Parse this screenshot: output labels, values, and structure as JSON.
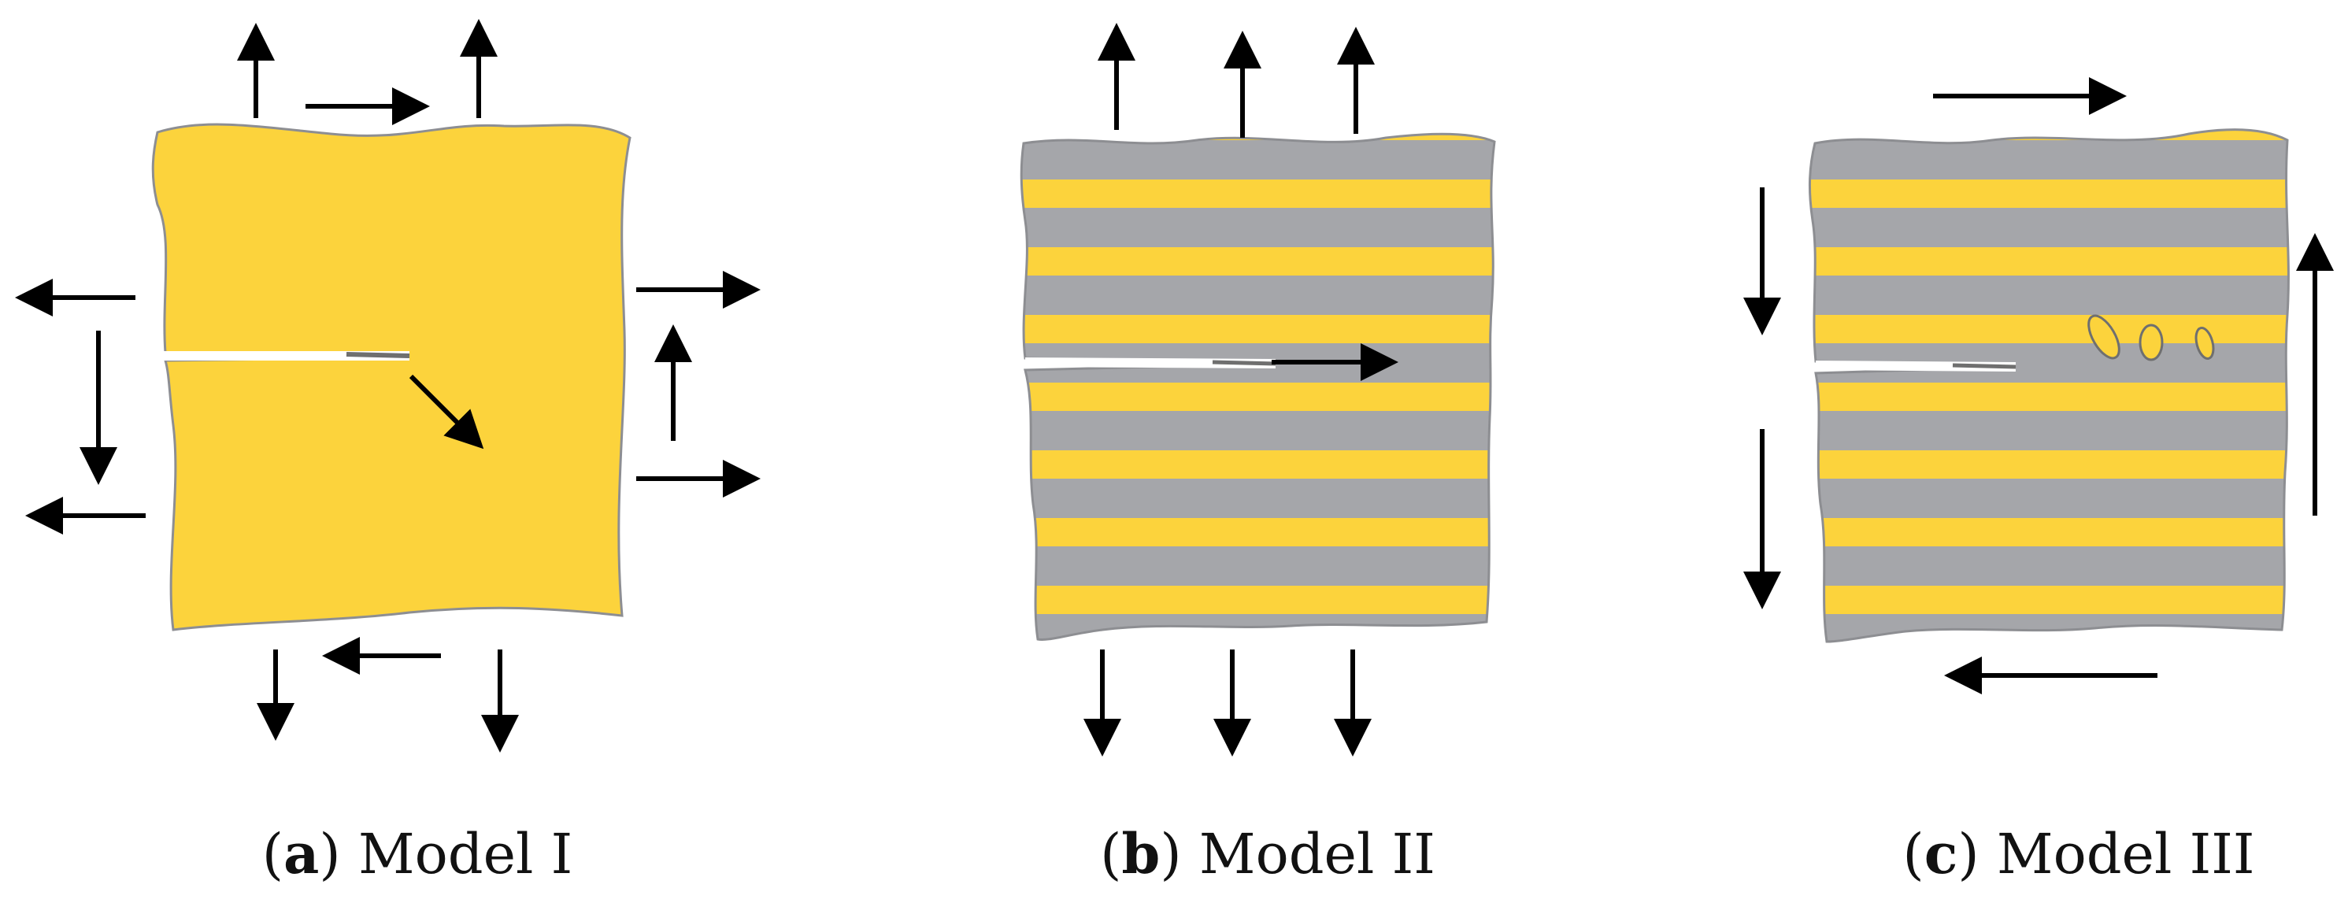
{
  "panels": [
    {
      "id": "a",
      "letter": "a",
      "label": "Model I"
    },
    {
      "id": "b",
      "letter": "b",
      "label": "Model II"
    },
    {
      "id": "c",
      "letter": "c",
      "label": "Model III"
    }
  ],
  "colors": {
    "yellow": "#fcd33c",
    "gray": "#a5a6aa",
    "outline": "#8d8e92",
    "arrow": "#000000",
    "background": "#ffffff"
  }
}
